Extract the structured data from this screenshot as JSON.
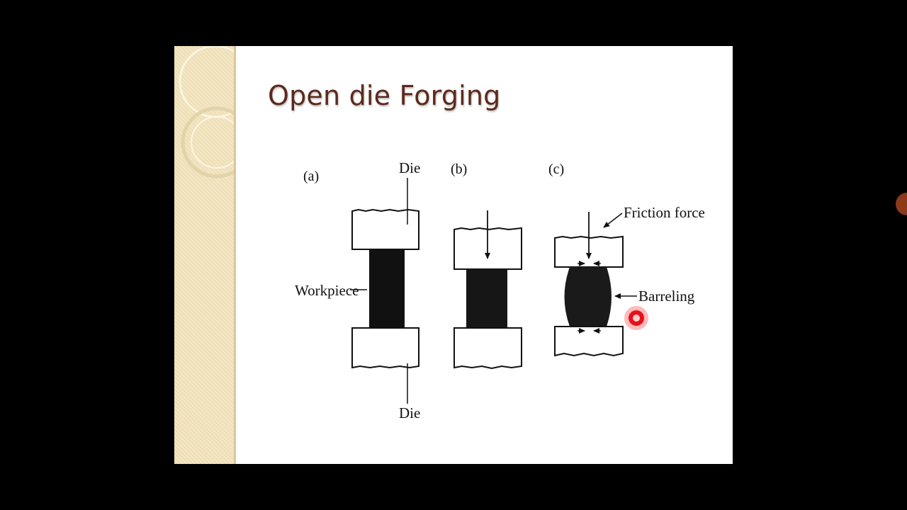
{
  "slide": {
    "title": "Open die Forging"
  },
  "diagram": {
    "panels": [
      {
        "id": "a",
        "label": "(a)",
        "top_die_label": "Die",
        "bottom_die_label": "Die",
        "workpiece_label": "Workpiece"
      },
      {
        "id": "b",
        "label": "(b)"
      },
      {
        "id": "c",
        "label": "(c)",
        "friction_label": "Friction force",
        "barreling_label": "Barreling"
      }
    ]
  },
  "colors": {
    "background": "#000000",
    "slide": "#ffffff",
    "title": "#5b2a1c",
    "side_band": "#f3e6c3",
    "laser_pointer": "#e8101a"
  },
  "icons": [
    "laser-pointer-icon",
    "cursor-dot-icon"
  ]
}
